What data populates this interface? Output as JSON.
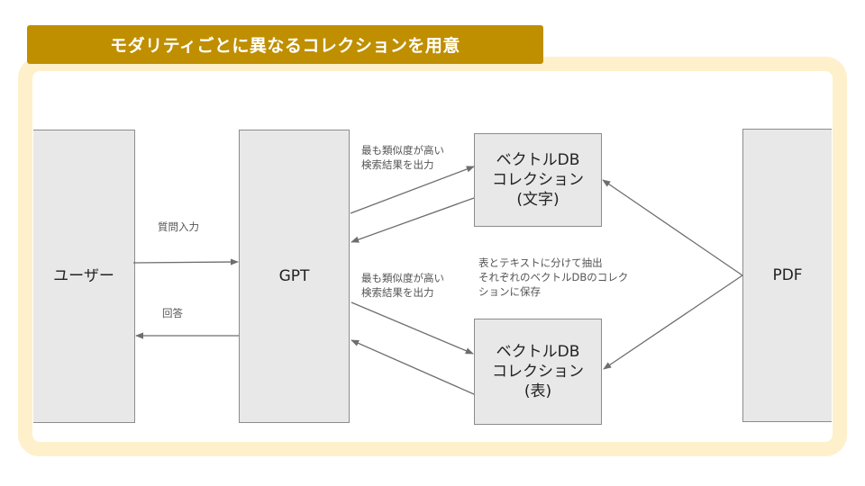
{
  "title": "モダリティごとに異なるコレクションを用意",
  "colors": {
    "title_bg": "#BF8F00",
    "frame": "#FFF0CC",
    "node_fill": "#E8E8E8",
    "node_border": "#8C8C8C",
    "edge": "#6E6E6E"
  },
  "nodes": {
    "user": "ユーザー",
    "gpt": "GPT",
    "vector_text": "ベクトルDB\nコレクション\n(文字)",
    "vector_table": "ベクトルDB\nコレクション\n(表)",
    "pdf": "PDF"
  },
  "edge_labels": {
    "question_input": "質問入力",
    "answer": "回答",
    "top_result_upper": "最も類似度が高い\n検索結果を出力",
    "top_result_lower": "最も類似度が高い\n検索結果を出力",
    "split_extract": "表とテキストに分けて抽出\nそれぞれのベクトルDBのコレク\nションに保存"
  },
  "edges": [
    {
      "from": "user",
      "to": "gpt",
      "label": "質問入力"
    },
    {
      "from": "gpt",
      "to": "user",
      "label": "回答"
    },
    {
      "from": "gpt",
      "to": "vector_text",
      "label": "最も類似度が高い検索結果を出力"
    },
    {
      "from": "vector_text",
      "to": "gpt",
      "label": ""
    },
    {
      "from": "gpt",
      "to": "vector_table",
      "label": "最も類似度が高い検索結果を出力"
    },
    {
      "from": "vector_table",
      "to": "gpt",
      "label": ""
    },
    {
      "from": "pdf",
      "to": "vector_text",
      "label": "表とテキストに分けて抽出それぞれのベクトルDBのコレクションに保存"
    },
    {
      "from": "pdf",
      "to": "vector_table",
      "label": ""
    }
  ]
}
